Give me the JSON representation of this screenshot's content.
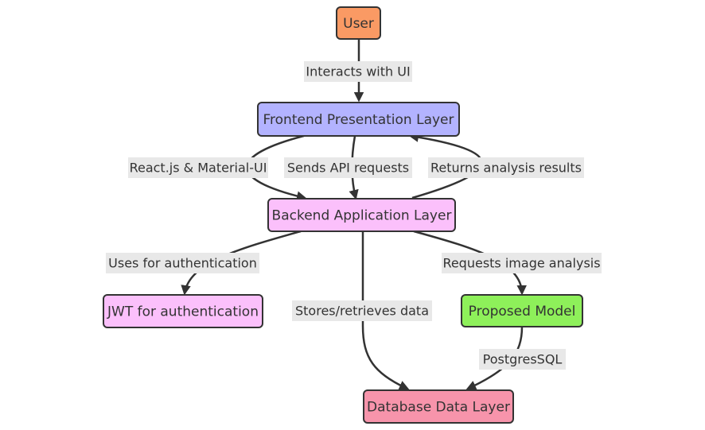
{
  "nodes": {
    "user": {
      "label": "User",
      "color": "#fa9a64"
    },
    "frontend": {
      "label": "Frontend Presentation Layer",
      "color": "#b3b3ff"
    },
    "backend": {
      "label": "Backend Application Layer",
      "color": "#fbc0fb"
    },
    "jwt": {
      "label": "JWT for authentication",
      "color": "#fbc0fb"
    },
    "model": {
      "label": "Proposed Model",
      "color": "#8ef05a"
    },
    "database": {
      "label": "Database Data Layer",
      "color": "#f794ab"
    }
  },
  "edges": {
    "user_frontend": "Interacts with UI",
    "frontend_backend_stack": "React.js & Material-UI",
    "frontend_backend_api": "Sends API requests",
    "backend_frontend_results": "Returns analysis results",
    "backend_jwt": "Uses for authentication",
    "backend_database": "Stores/retrieves data",
    "backend_model": "Requests image analysis",
    "model_database": "PostgresSQL"
  }
}
